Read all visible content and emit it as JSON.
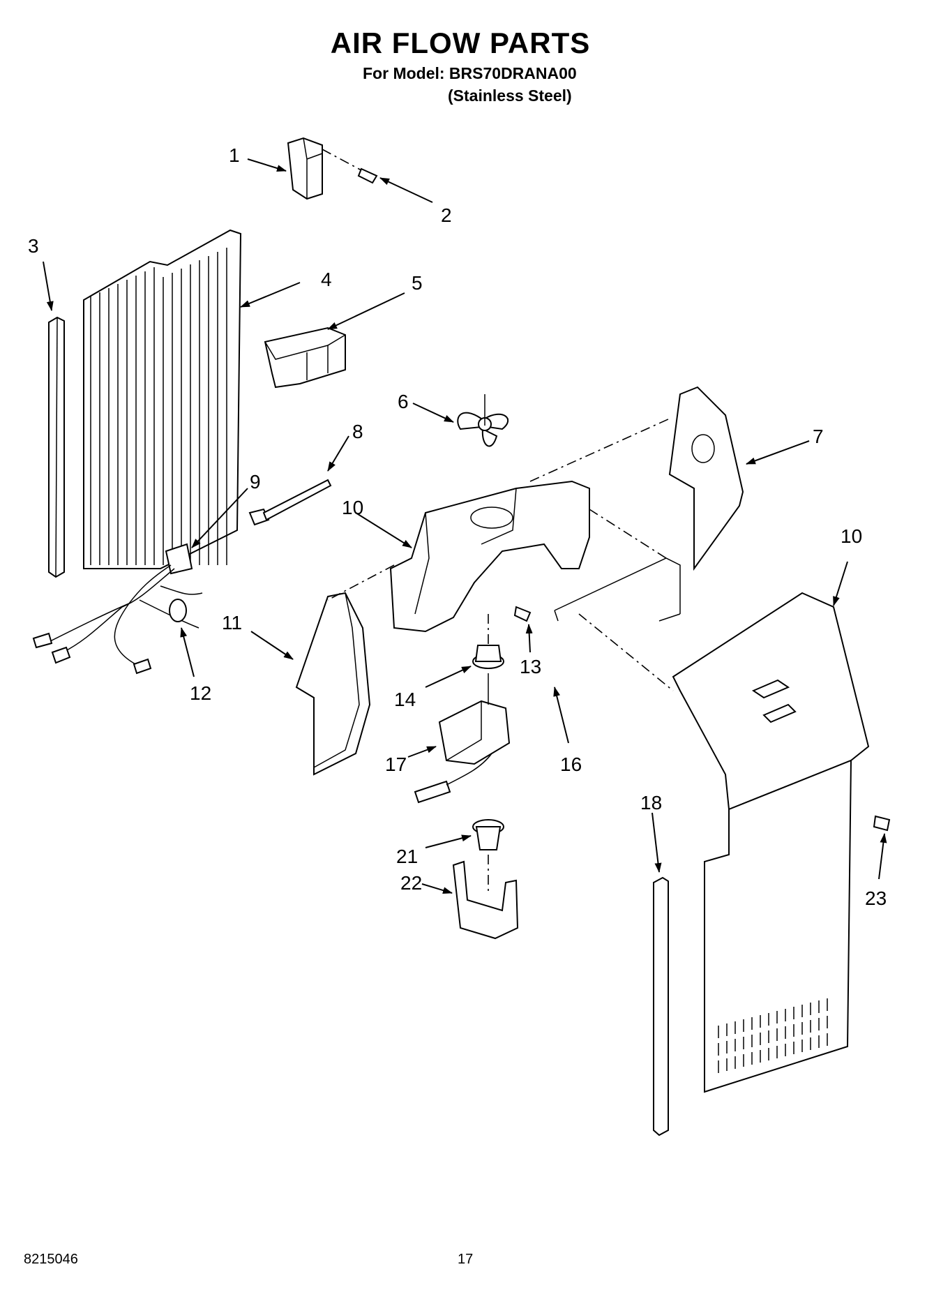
{
  "header": {
    "title": "AIR FLOW PARTS",
    "model_line": "For Model: BRS70DRANA00",
    "finish_line": "(Stainless Steel)"
  },
  "footer": {
    "doc_number": "8215046",
    "page_number": "17"
  },
  "callouts": [
    "1",
    "2",
    "3",
    "4",
    "5",
    "6",
    "7",
    "8",
    "9",
    "10",
    "10",
    "11",
    "12",
    "13",
    "14",
    "16",
    "17",
    "18",
    "21",
    "22",
    "23"
  ]
}
